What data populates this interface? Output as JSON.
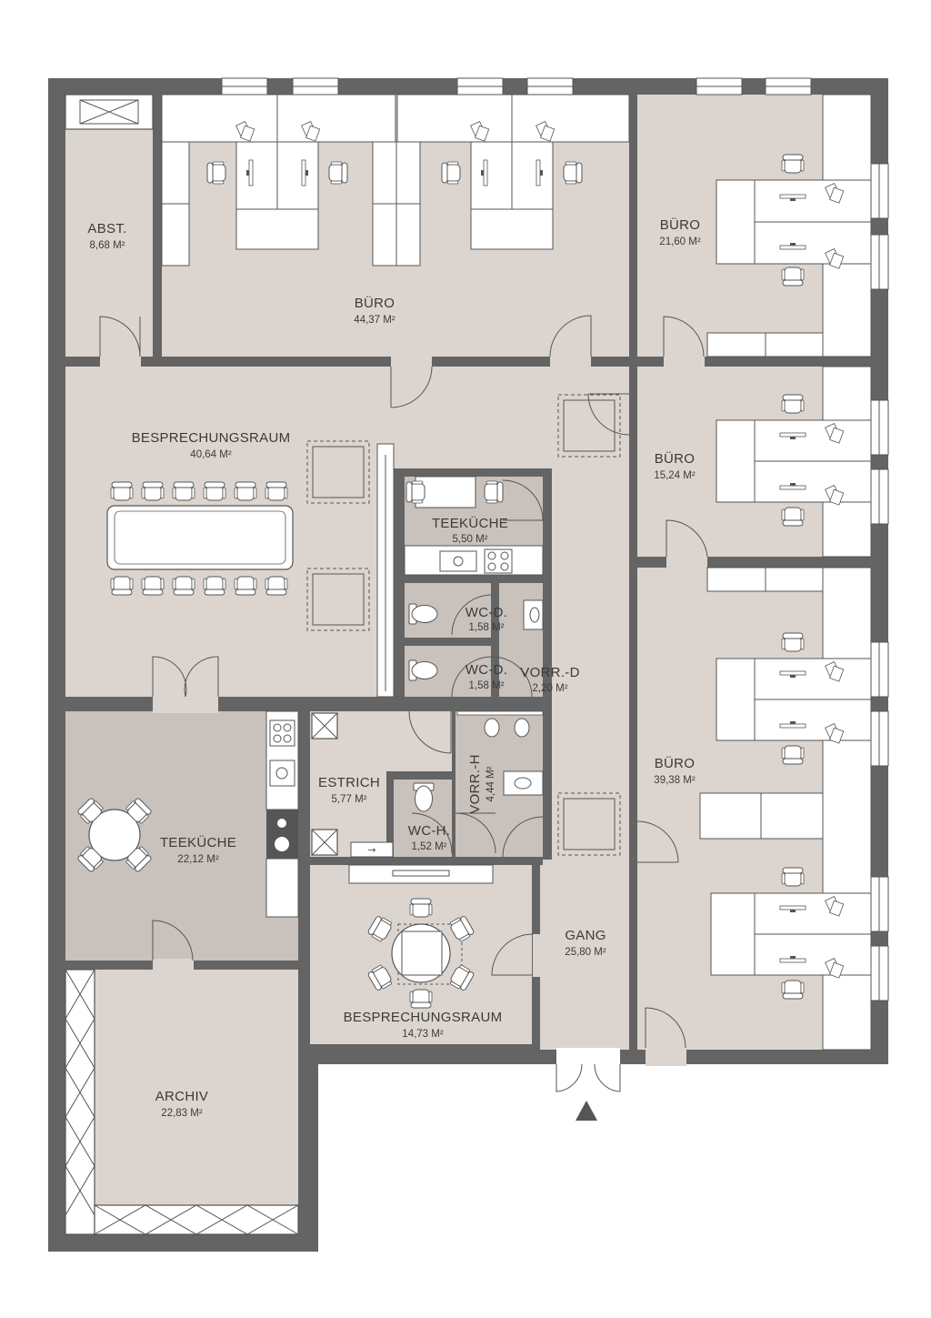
{
  "colors": {
    "wall": "#646464",
    "floor": "#dcd5cf",
    "floor_dark": "#c9c1bc",
    "furniture": "#ffffff",
    "line": "#555555",
    "text": "#3a3a3a"
  },
  "rooms": {
    "abst": {
      "name": "ABST.",
      "area": "8,68 M²"
    },
    "buero_top": {
      "name": "BÜRO",
      "area": "44,37 M²"
    },
    "buero_tr": {
      "name": "BÜRO",
      "area": "21,60 M²"
    },
    "buero_mr": {
      "name": "BÜRO",
      "area": "15,24 M²"
    },
    "buero_br": {
      "name": "BÜRO",
      "area": "39,38 M²"
    },
    "bespr_big": {
      "name": "BESPRECHUNGSRAUM",
      "area": "40,64 M²"
    },
    "teekueche_small": {
      "name": "TEEKÜCHE",
      "area": "5,50 M²"
    },
    "wcd1": {
      "name": "WC-D.",
      "area": "1,58 M²"
    },
    "wcd2": {
      "name": "WC-D.",
      "area": "1,58 M²"
    },
    "vorrd": {
      "name": "VORR.-D",
      "area": "2,20 M²"
    },
    "teekueche_big": {
      "name": "TEEKÜCHE",
      "area": "22,12 M²"
    },
    "estrich": {
      "name": "ESTRICH",
      "area": "5,77 M²"
    },
    "wch": {
      "name": "WC-H.",
      "area": "1,52 M²"
    },
    "vorrh": {
      "name": "VORR.-H",
      "area": "4,44 M²"
    },
    "gang": {
      "name": "GANG",
      "area": "25,80 M²"
    },
    "bespr_small": {
      "name": "BESPRECHUNGSRAUM",
      "area": "14,73 M²"
    },
    "archiv": {
      "name": "ARCHIV",
      "area": "22,83 M²"
    }
  },
  "icons": [
    "entrance-arrow-icon",
    "window-icon",
    "door-icon",
    "chair-icon",
    "desk-icon",
    "toilet-icon",
    "sink-icon",
    "stove-icon",
    "urinal-icon"
  ]
}
